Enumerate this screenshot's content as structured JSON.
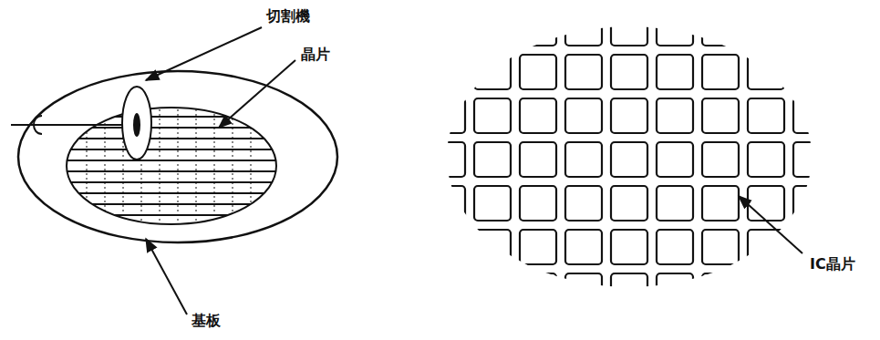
{
  "diagram": {
    "labels": [
      "切割機",
      "晶片",
      "基板",
      "IC晶片"
    ]
  }
}
